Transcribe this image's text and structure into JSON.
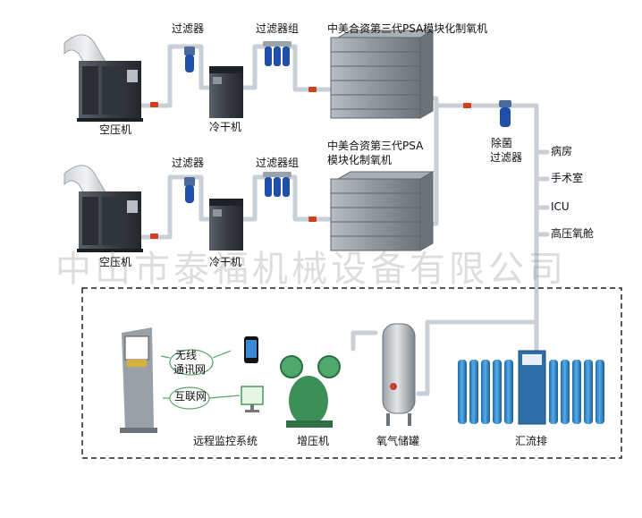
{
  "watermark": "中山市泰福机械设备有限公司",
  "top_row": {
    "compressor": "空压机",
    "filter": "过滤器",
    "dryer": "冷干机",
    "filter_group": "过滤器组",
    "psa_title": "中美合资第三代PSA模块化制氧机"
  },
  "bottom_row": {
    "compressor": "空压机",
    "filter": "过滤器",
    "dryer": "冷干机",
    "filter_group": "过滤器组",
    "psa_title_line1": "中美合资第三代PSA",
    "psa_title_line2": "模块化制氧机"
  },
  "sterile_filter": {
    "line1": "除菌",
    "line2": "过滤器"
  },
  "outlets": [
    "病房",
    "手术室",
    "ICU",
    "高压氧舱"
  ],
  "monitoring": {
    "wireless_line1": "无线",
    "wireless_line2": "通讯网",
    "internet": "互联网",
    "label": "远程监控系统"
  },
  "booster": "增压机",
  "tank": "氧气储罐",
  "manifold": "汇流排",
  "colors": {
    "pipe": "#c9cfd6",
    "cabinet": "#3a3f45",
    "psa": "#8e969c",
    "filter_blue": "#1f4fa8",
    "booster_green": "#3d8f5a",
    "cylinder_blue": "#2f86c9",
    "valve_red": "#d04020"
  }
}
